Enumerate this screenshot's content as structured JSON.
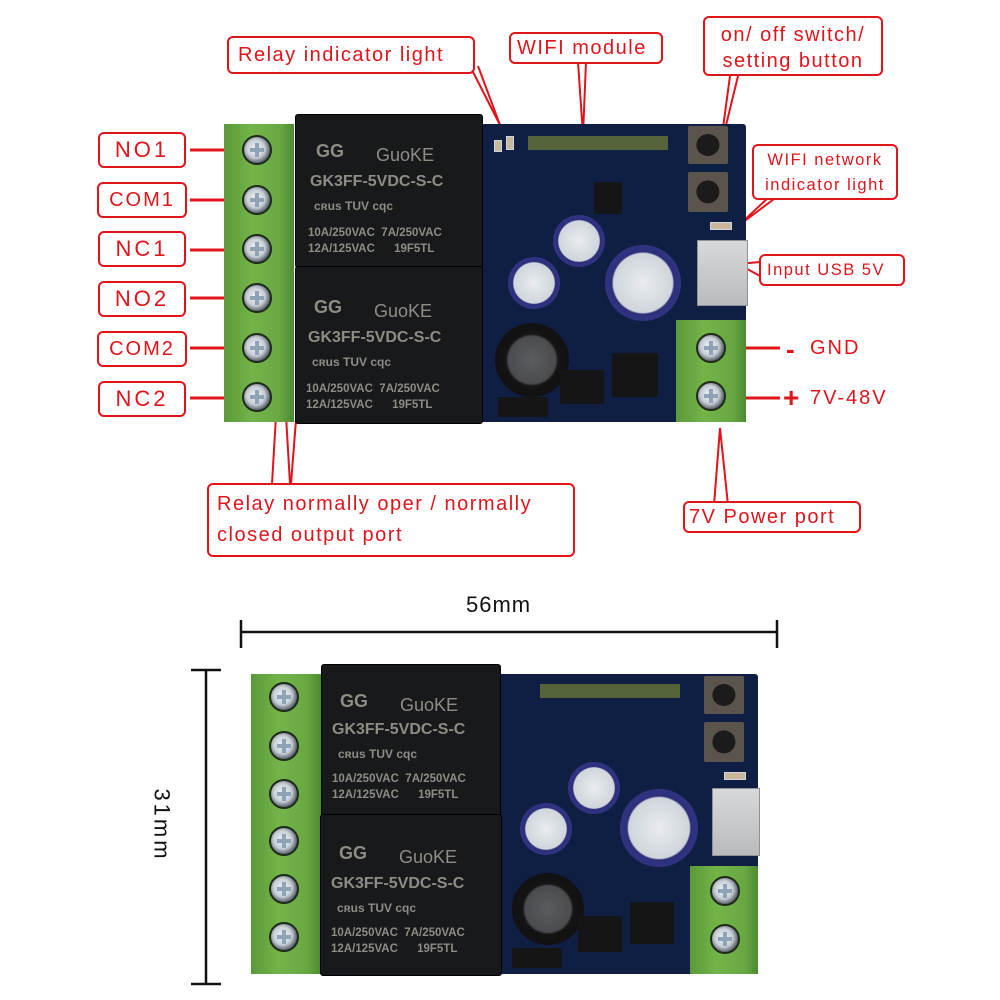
{
  "callouts": {
    "relay_indicator": "Relay indicator light",
    "wifi_module": "WIFI module",
    "onoff_line1": "on/ off switch/",
    "onoff_line2": "setting button",
    "wifi_net_line1": "WIFI network",
    "wifi_net_line2": "indicator light",
    "usb_input": "Input USB 5V",
    "relay_output_line1": "Relay normally oper / normally",
    "relay_output_line2": "closed output port",
    "power_port": "7V Power port"
  },
  "pins": [
    "NO1",
    "COM1",
    "NC1",
    "NO2",
    "COM2",
    "NC2"
  ],
  "power_terminals": {
    "gnd_sign": "-",
    "gnd_label": "GND",
    "vin_sign": "+",
    "vin_label": "7V-48V"
  },
  "relay": {
    "brand": "GuoKE",
    "logo": "GG",
    "model": "GK3FF-5VDC-S-C",
    "cert": "cʀus TUV cqc",
    "spec_line1": "10A/250VAC  7A/250VAC",
    "spec_line2": "12A/125VAC      19F5TL"
  },
  "dimensions": {
    "width": "56mm",
    "height": "31mm"
  },
  "colors": {
    "annotation": "#e0141b",
    "pcb": "#0f1f44",
    "terminal": "#6aaa44",
    "dimension": "#111111"
  }
}
